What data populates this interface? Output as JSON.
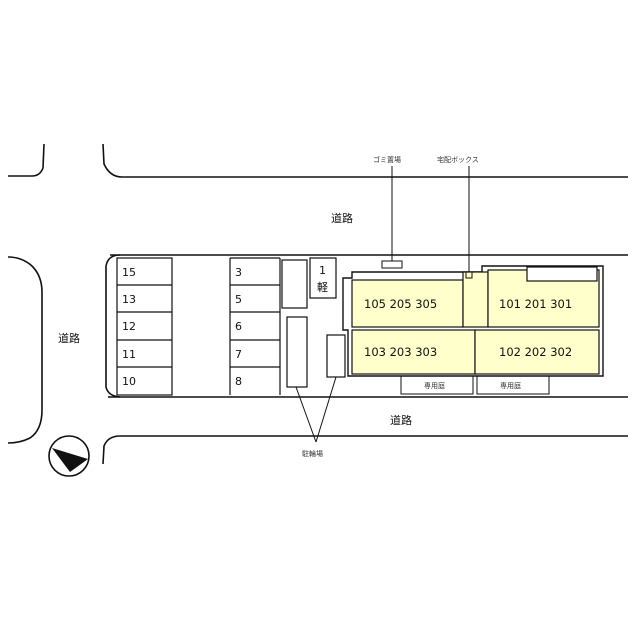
{
  "road_labels": {
    "north": "道路",
    "west": "道路",
    "south": "道路"
  },
  "parking_left": [
    "15",
    "13",
    "12",
    "11",
    "10"
  ],
  "parking_mid": [
    "3",
    "5",
    "6",
    "7",
    "8"
  ],
  "kei_space": {
    "number": "1",
    "type": "軽"
  },
  "buildings": {
    "nw": "105 205 305",
    "ne": "101 201 301",
    "sw": "103 203 303",
    "se": "102 202 302"
  },
  "labels": {
    "garbage": "ゴミ置場",
    "delivery_box": "宅配ボックス",
    "private_garden": "専用庭",
    "bicycle_parking": "駐輪場"
  },
  "colors": {
    "building_fill": "#ffffcc",
    "line": "#111111",
    "background": "#ffffff"
  }
}
